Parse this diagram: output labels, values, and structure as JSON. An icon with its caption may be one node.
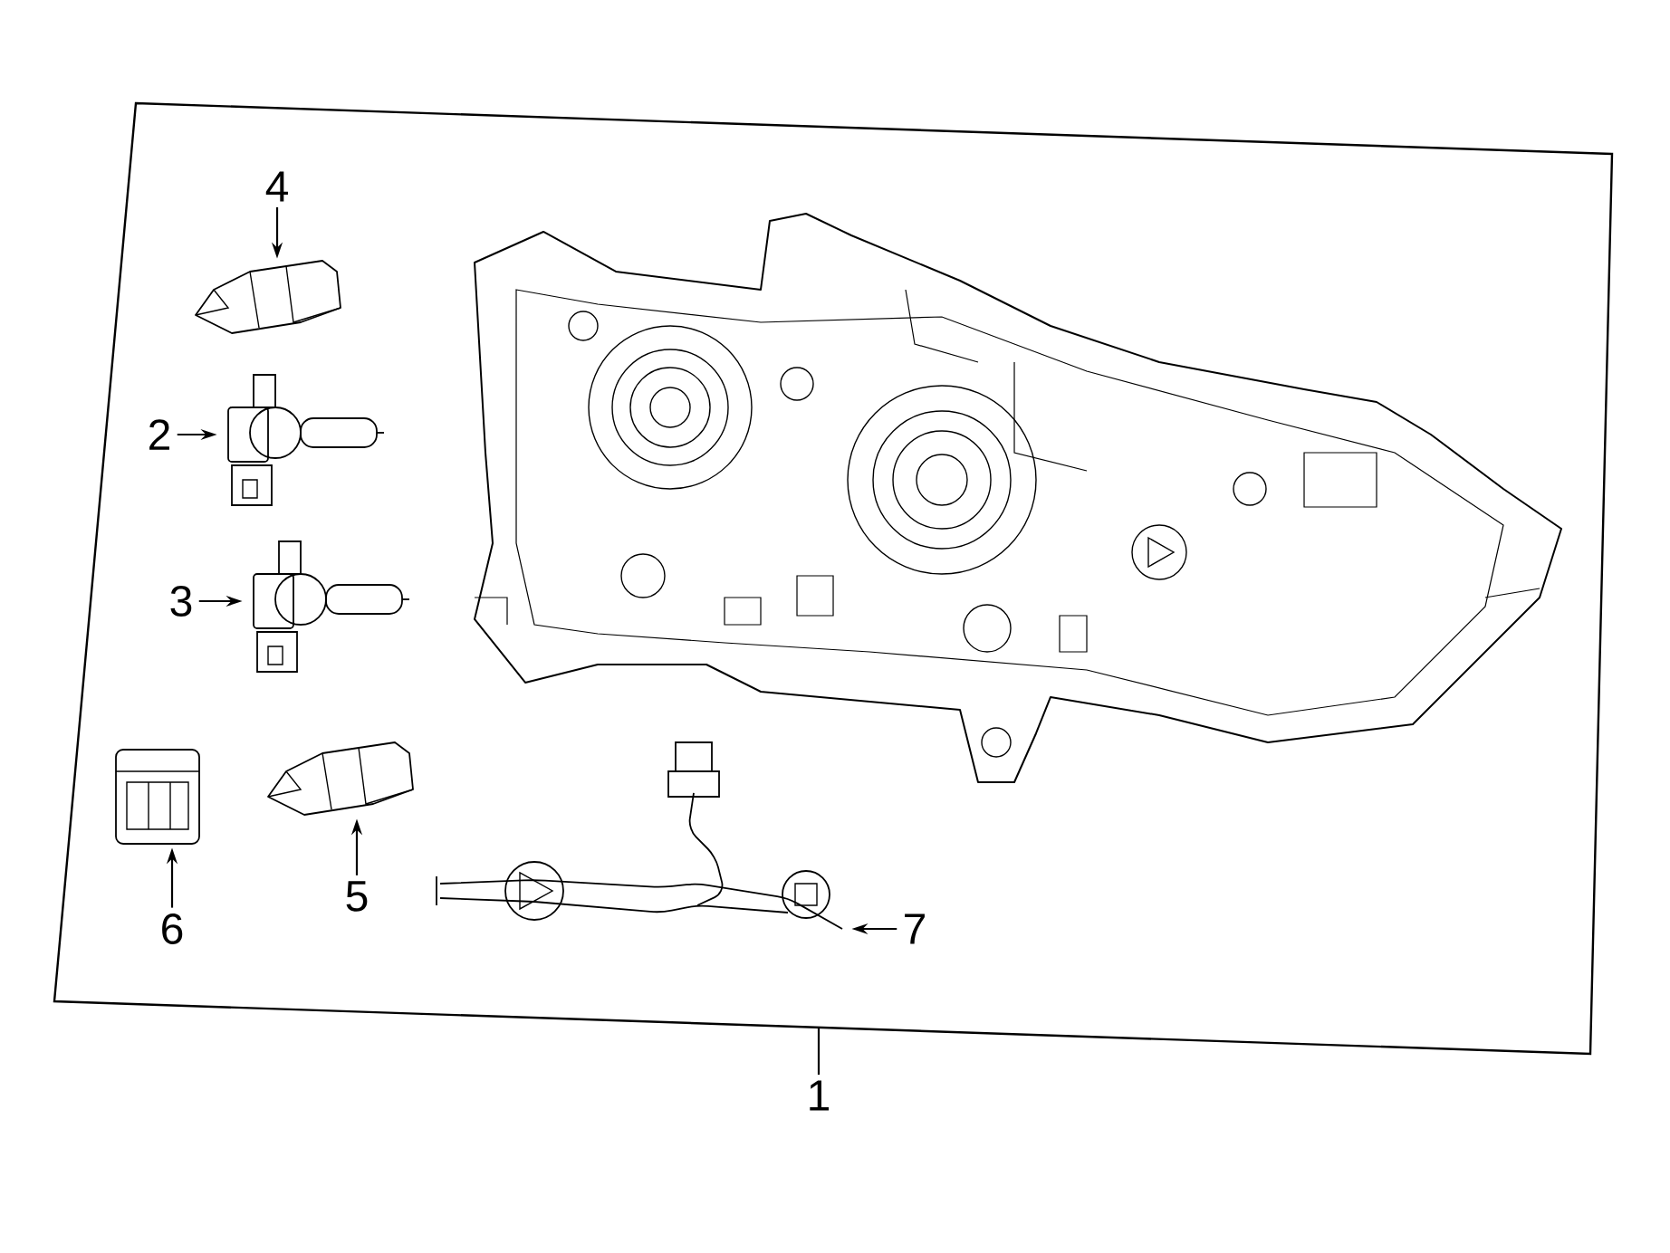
{
  "diagram": {
    "nodes": [
      {
        "text": [],
        "shape": "box"
      },
      {
        "text": [],
        "shape": "picture",
        "in": 0
      },
      {
        "text": [
          "4"
        ],
        "in": 0
      },
      {
        "text": [],
        "shape": "picture",
        "in": 0
      },
      {
        "text": [
          "2"
        ],
        "in": 0
      },
      {
        "text": [],
        "shape": "picture",
        "in": 0
      },
      {
        "text": [
          "3"
        ],
        "in": 0
      },
      {
        "text": [],
        "shape": "picture",
        "in": 0
      },
      {
        "text": [
          "6"
        ],
        "in": 0
      },
      {
        "text": [],
        "shape": "picture",
        "in": 0
      },
      {
        "text": [
          "5"
        ],
        "in": 0
      },
      {
        "text": [],
        "shape": "picture",
        "in": 0
      },
      {
        "text": [
          "7"
        ],
        "in": 0
      },
      {
        "text": [],
        "shape": "picture",
        "in": 0
      },
      {
        "text": [
          "1"
        ]
      }
    ],
    "edges": [
      {
        "from": 2,
        "to": 3,
        "arrow": "to"
      },
      {
        "from": 4,
        "to": 5,
        "arrow": "to"
      },
      {
        "from": 6,
        "to": 7,
        "arrow": "to"
      },
      {
        "from": 8,
        "to": 9,
        "arrow": "to"
      },
      {
        "from": 10,
        "to": 11,
        "arrow": "to"
      },
      {
        "from": 12,
        "to": 13,
        "arrow": "to"
      },
      {
        "from": 14,
        "to": 0,
        "arrow": "none"
      }
    ]
  }
}
